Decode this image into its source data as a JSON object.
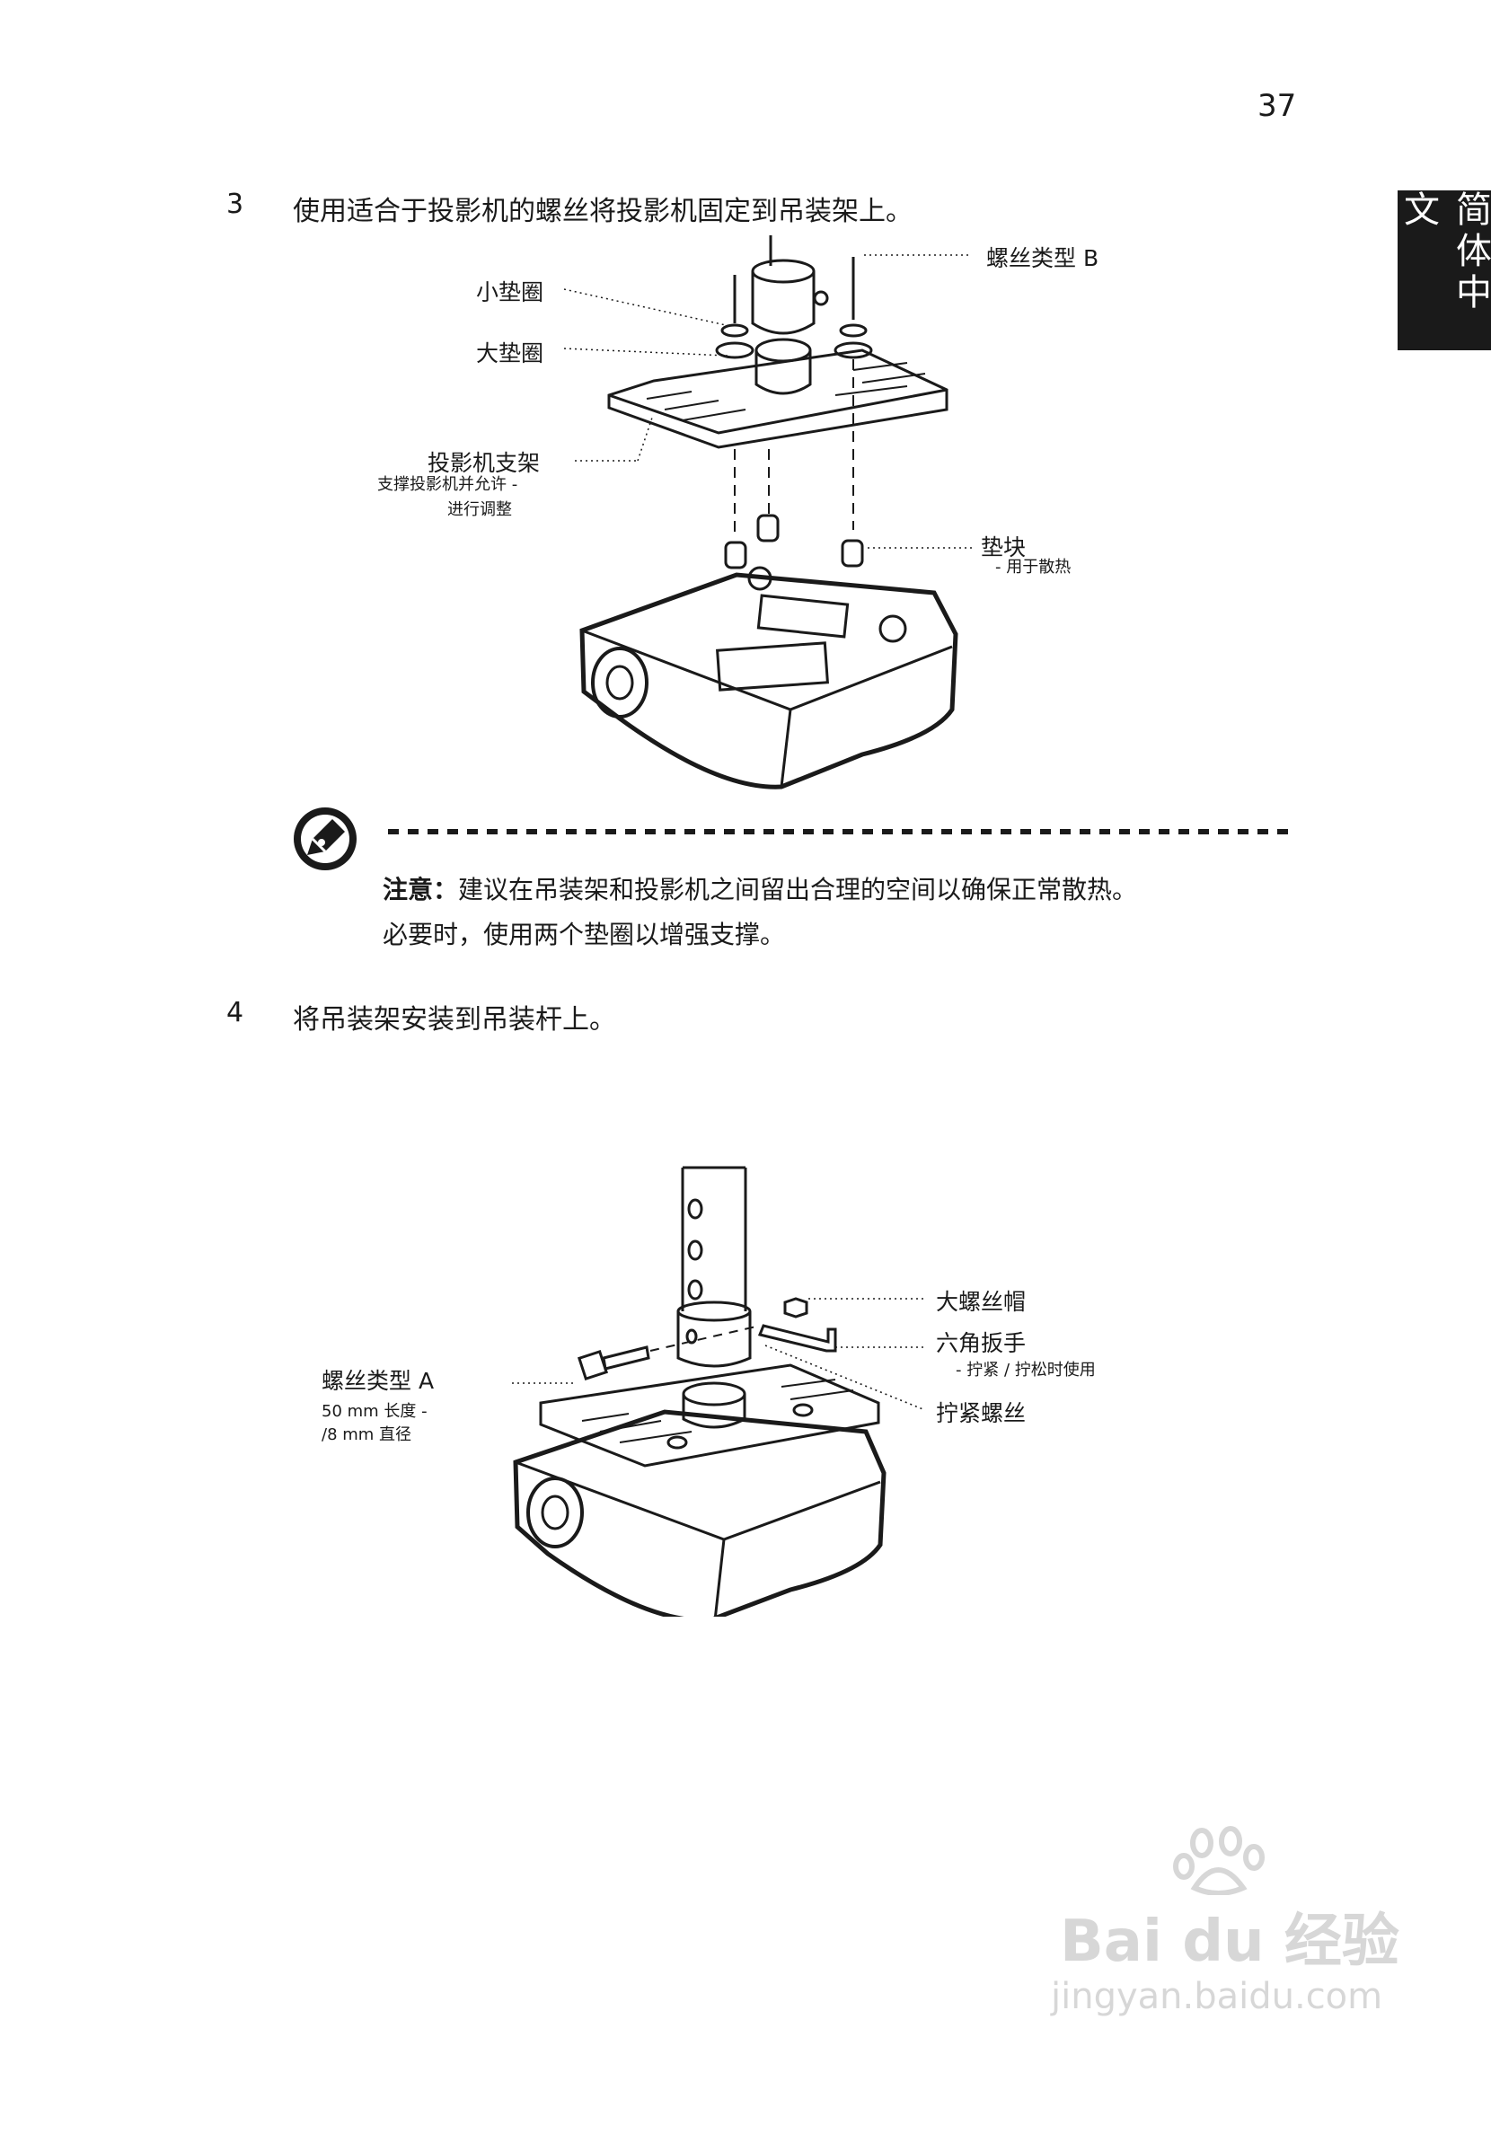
{
  "page": {
    "number": "37",
    "side_tab": "简体中文"
  },
  "step3": {
    "number": "3",
    "text": "使用适合于投影机的螺丝将投影机固定到吊装架上。",
    "labels": {
      "screw_b": "螺丝类型 B",
      "small_washer": "小垫圈",
      "large_washer": "大垫圈",
      "bracket": "投影机支架",
      "bracket_note_1": "支撑投影机并允许 -",
      "bracket_note_2": "进行调整",
      "spacer": "垫块",
      "spacer_note": "- 用于散热"
    }
  },
  "note": {
    "label": "注意：",
    "line1": "建议在吊装架和投影机之间留出合理的空间以确保正常散热。",
    "line2": "必要时，使用两个垫圈以增强支撑。"
  },
  "step4": {
    "number": "4",
    "text": "将吊装架安装到吊装杆上。",
    "labels": {
      "large_nut": "大螺丝帽",
      "hex_wrench": "六角扳手",
      "hex_wrench_note": "- 拧紧 / 拧松时使用",
      "tighten_screw": "拧紧螺丝",
      "screw_a": "螺丝类型 A",
      "screw_a_note_1": "50 mm 长度 -",
      "screw_a_note_2": "/8 mm 直径"
    }
  },
  "watermark": {
    "brand": "Bai du 经验",
    "url": "jingyan.baidu.com"
  }
}
